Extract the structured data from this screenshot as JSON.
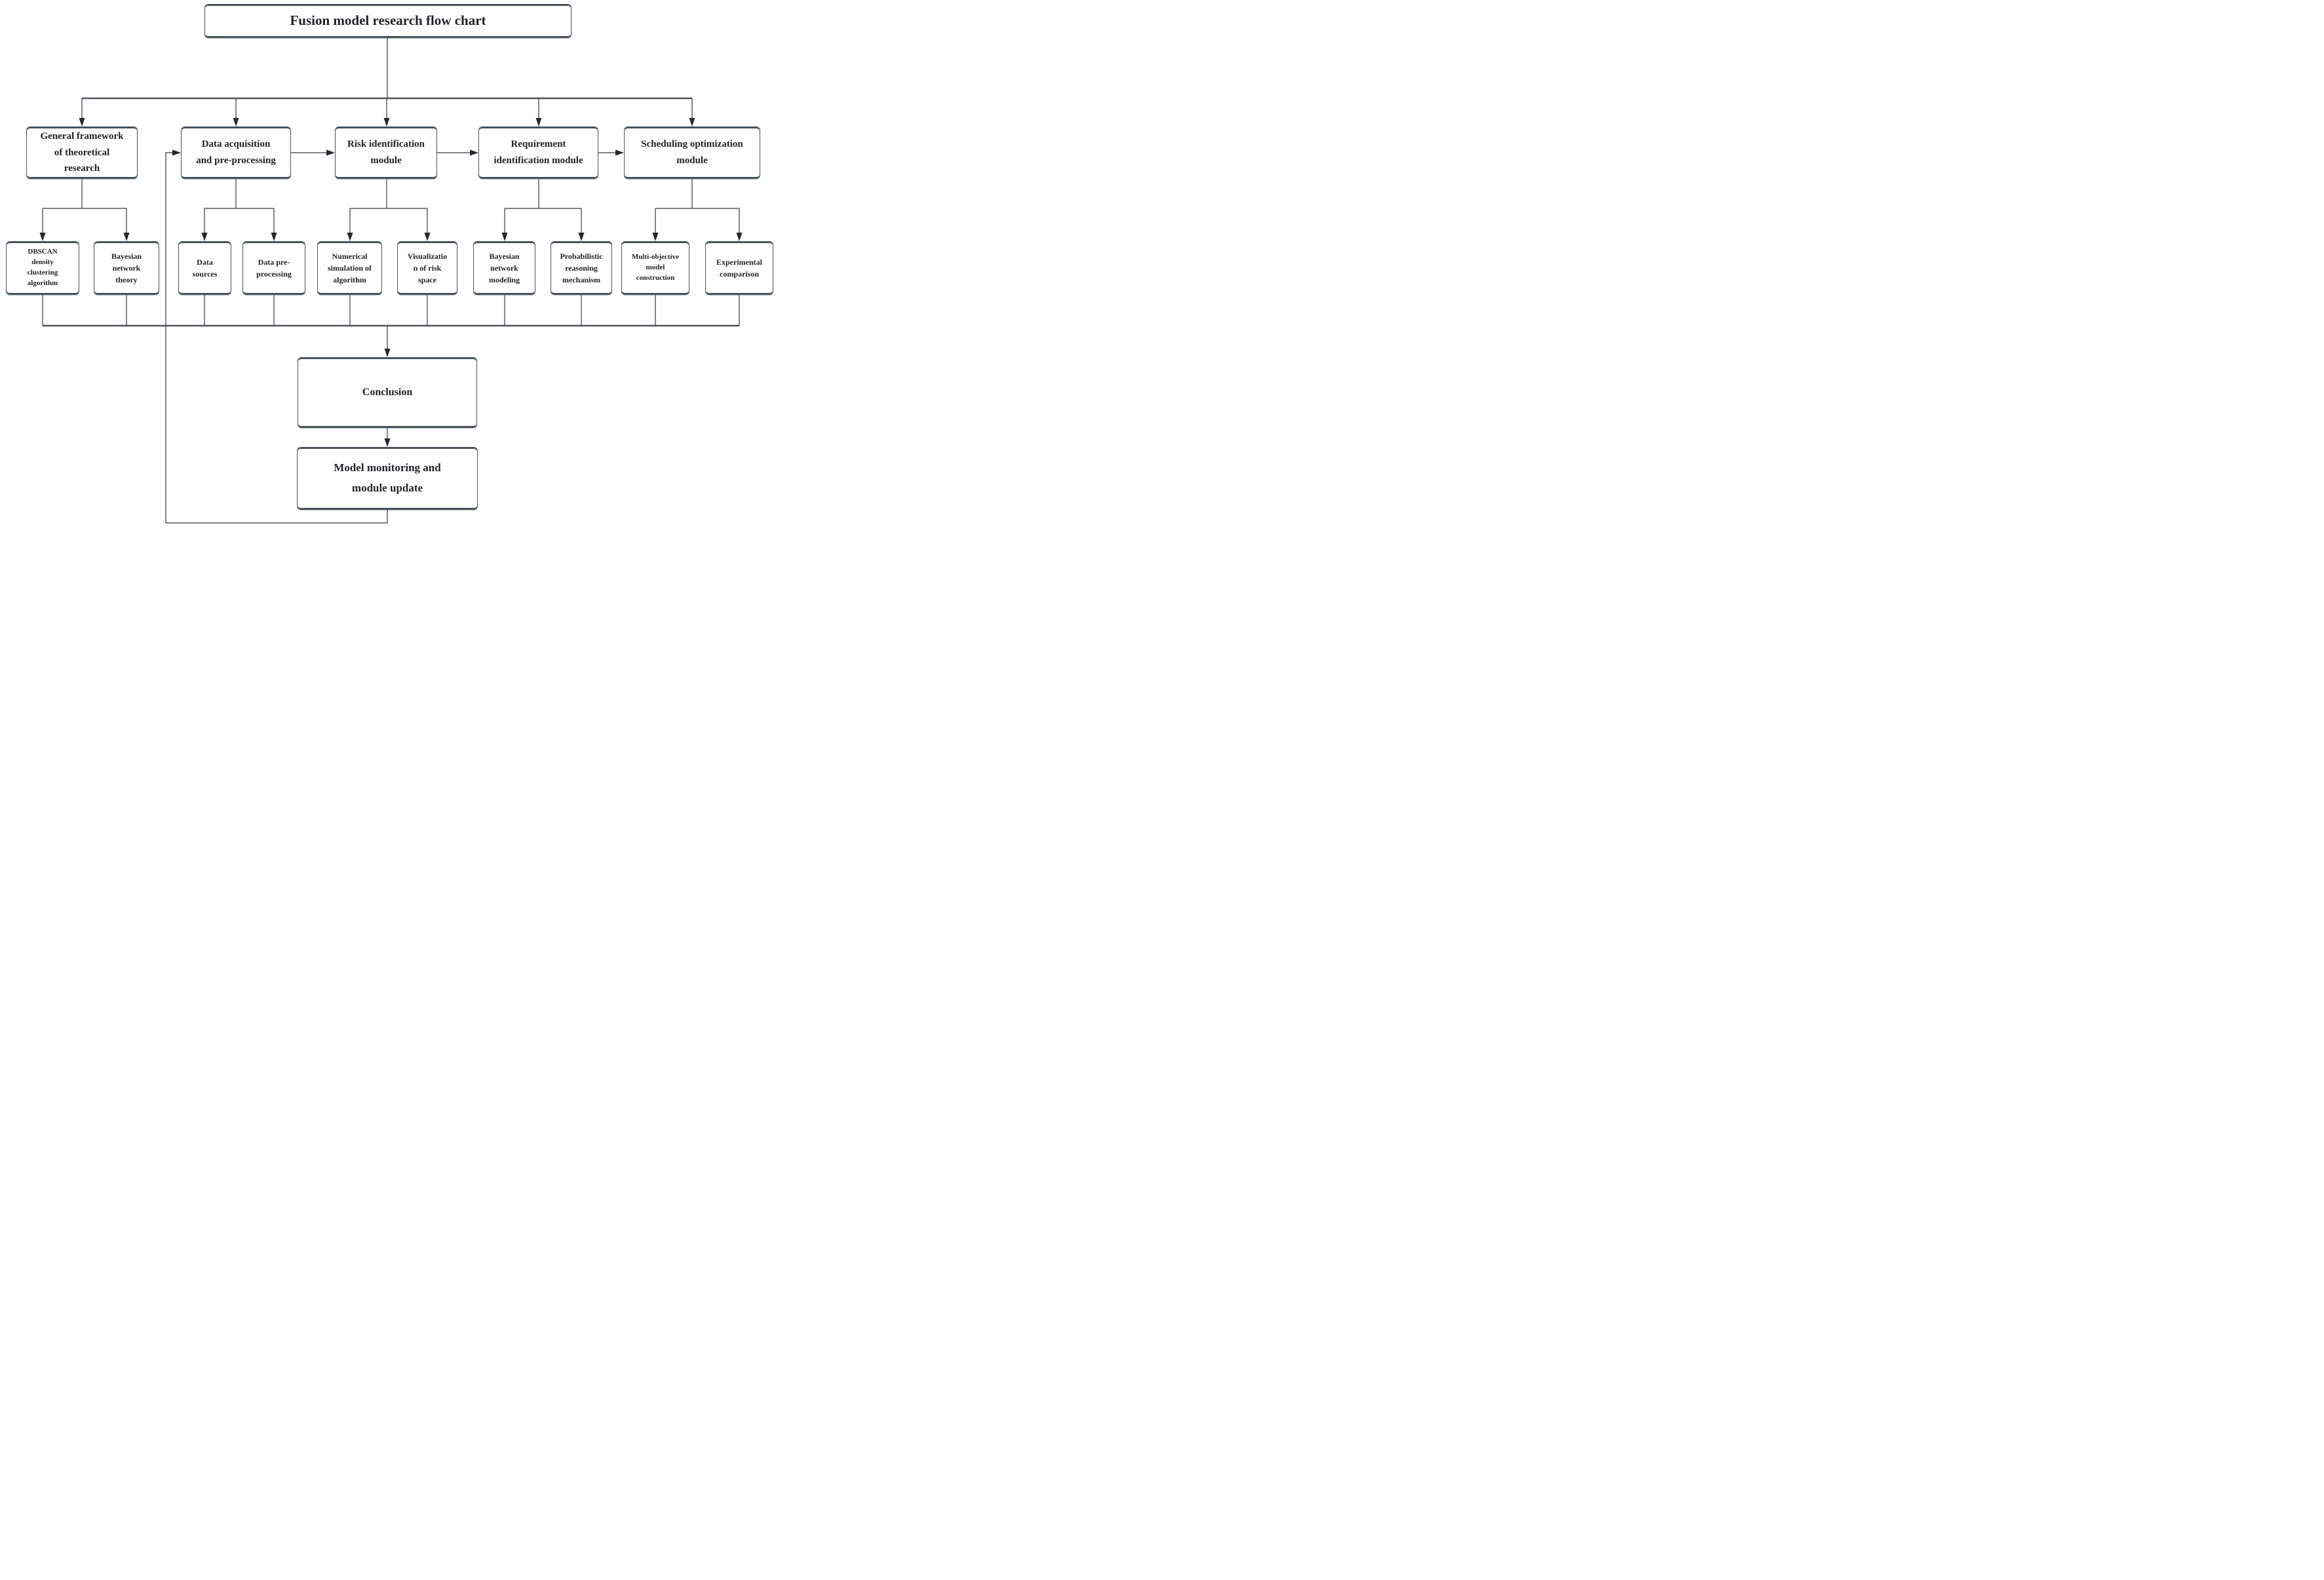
{
  "diagram": {
    "title": "Fusion model research flow chart",
    "modules": [
      {
        "label": "General framework\nof theoretical\nresearch",
        "children": [
          {
            "label": "DBSCAN\ndensity\nclustering\nalgorithm"
          },
          {
            "label": "Bayesian\nnetwork\ntheory"
          }
        ]
      },
      {
        "label": "Data acquisition\nand pre-processing",
        "children": [
          {
            "label": "Data\nsources"
          },
          {
            "label": "Data pre-\nprocessing"
          }
        ]
      },
      {
        "label": "Risk identification\nmodule",
        "children": [
          {
            "label": "Numerical\nsimulation of\nalgorithm"
          },
          {
            "label": "Visualizatio\nn of risk\nspace"
          }
        ]
      },
      {
        "label": "Requirement\nidentification module",
        "children": [
          {
            "label": "Bayesian\nnetwork\nmodeling"
          },
          {
            "label": "Probabilistic\nreasoning\nmechanism"
          }
        ]
      },
      {
        "label": "Scheduling optimization\nmodule",
        "children": [
          {
            "label": "Multi-objective\nmodel\nconstruction"
          },
          {
            "label": "Experimental\ncomparison"
          }
        ]
      }
    ],
    "conclusion_label": "Conclusion",
    "monitoring_label": "Model monitoring and\nmodule update",
    "colors": {
      "line": "#343a40",
      "thick_line": "#4d565e",
      "box_border": "#4a545d",
      "text": "#1f2327",
      "background": "#ffffff"
    }
  }
}
